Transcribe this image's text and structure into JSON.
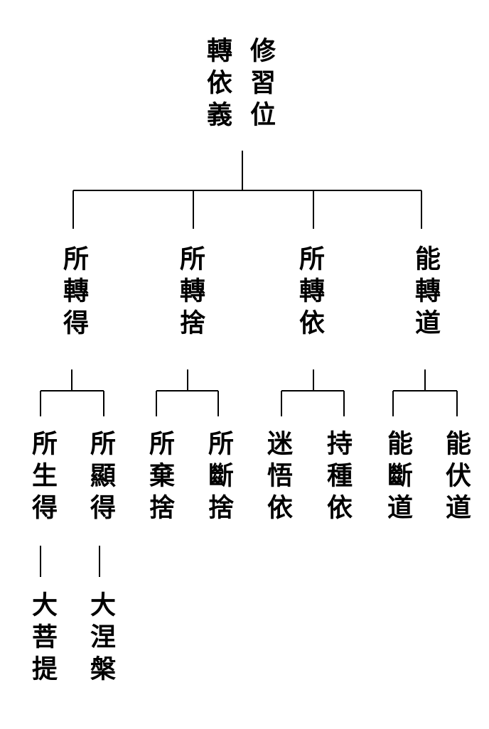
{
  "root": {
    "right_column": "修習位",
    "left_column": "轉依義"
  },
  "branches": [
    {
      "label": "所轉得",
      "children": [
        {
          "label": "所生得",
          "leaf": "大菩提"
        },
        {
          "label": "所顯得",
          "leaf": "大涅槃"
        }
      ]
    },
    {
      "label": "所轉捨",
      "children": [
        {
          "label": "所棄捨"
        },
        {
          "label": "所斷捨"
        }
      ]
    },
    {
      "label": "所轉依",
      "children": [
        {
          "label": "迷悟依"
        },
        {
          "label": "持種依"
        }
      ]
    },
    {
      "label": "能轉道",
      "children": [
        {
          "label": "能斷道"
        },
        {
          "label": "能伏道"
        }
      ]
    }
  ]
}
